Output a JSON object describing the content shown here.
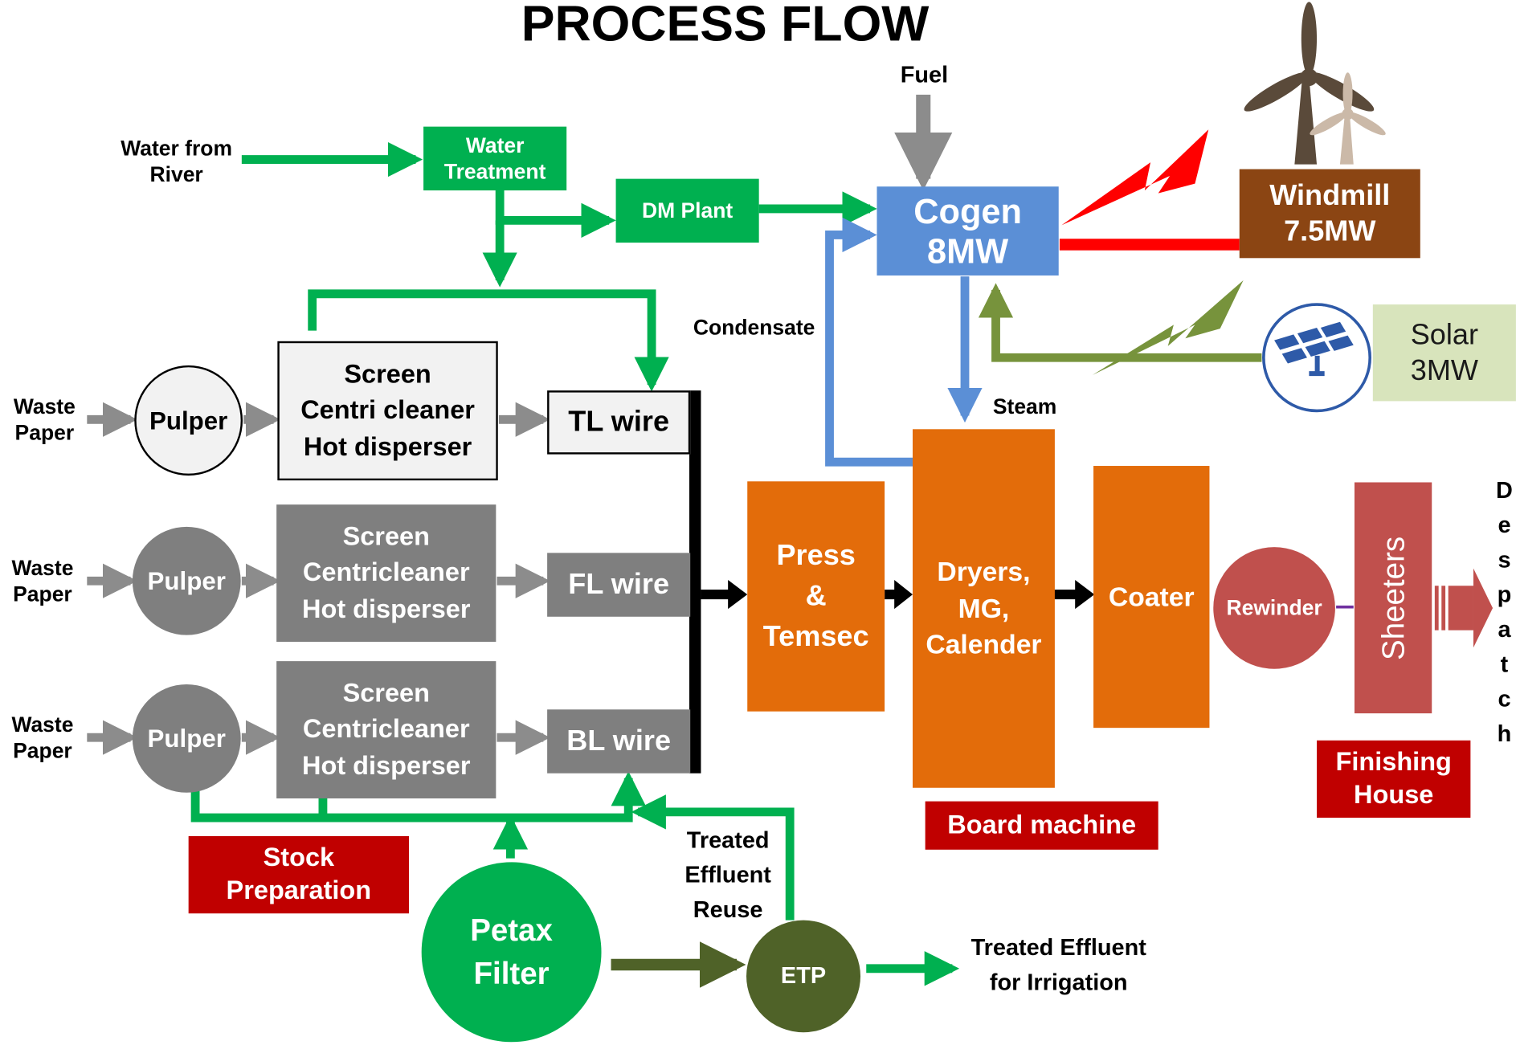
{
  "title": "PROCESS FLOW",
  "inputs": {
    "water_from_river": [
      "Water from",
      "River"
    ],
    "fuel": "Fuel",
    "waste_paper": [
      "Waste",
      "Paper"
    ]
  },
  "water": {
    "treatment": [
      "Water",
      "Treatment"
    ],
    "dm_plant": "DM Plant"
  },
  "energy": {
    "cogen": [
      "Cogen",
      "8MW"
    ],
    "windmill": [
      "Windmill",
      "7.5MW"
    ],
    "solar": [
      "Solar",
      "3MW"
    ],
    "condensate": "Condensate",
    "steam": "Steam"
  },
  "stock_prep": {
    "pulper_label": "Pulper",
    "line1_screen": [
      "Screen",
      "Centri cleaner",
      "Hot disperser"
    ],
    "line2_screen": [
      "Screen",
      "Centricleaner",
      "Hot disperser"
    ],
    "line3_screen": [
      "Screen",
      "Centricleaner",
      "Hot disperser"
    ],
    "tl_wire": "TL wire",
    "fl_wire": "FL wire",
    "bl_wire": "BL wire",
    "section_label": [
      "Stock",
      "Preparation"
    ]
  },
  "board_machine": {
    "press": [
      "Press",
      "&",
      "Temsec"
    ],
    "dryers": [
      "Dryers,",
      "MG,",
      "Calender"
    ],
    "coater": "Coater",
    "section_label": "Board machine"
  },
  "finishing": {
    "rewinder": "Rewinder",
    "sheeters": "Sheeters",
    "section_label": [
      "Finishing",
      "House"
    ],
    "despatch": [
      "D",
      "e",
      "s",
      "p",
      "a",
      "t",
      "c",
      "h"
    ]
  },
  "effluent": {
    "petax": [
      "Petax",
      "Filter"
    ],
    "etp": "ETP",
    "reuse": [
      "Treated",
      "Effluent",
      "Reuse"
    ],
    "irrigation": [
      "Treated Effluent",
      "for Irrigation"
    ]
  },
  "colors": {
    "green": "#00b050",
    "grey_arrow": "#8c8c8c",
    "blue": "#5b8fd6",
    "orange": "#e36c0a",
    "dark_red": "#c00000",
    "brown": "#8b4513",
    "olive": "#4f6228",
    "olive_light": "#77933c",
    "rose": "#c0504d",
    "solar_bg": "#d8e4bc"
  }
}
